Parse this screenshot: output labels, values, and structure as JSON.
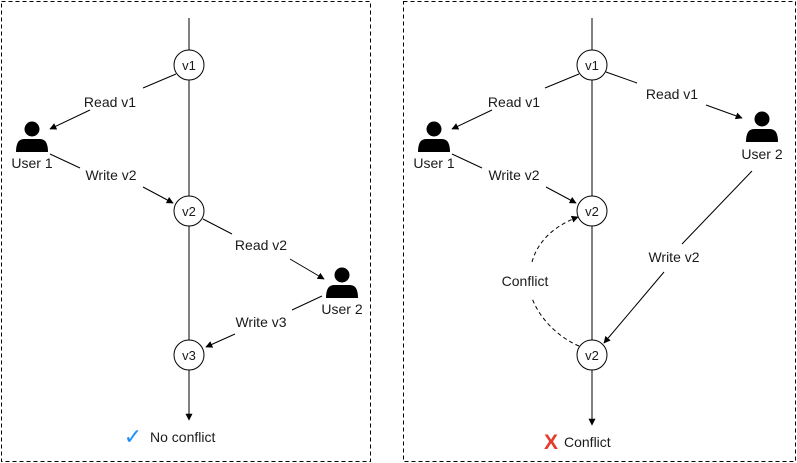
{
  "left": {
    "nodes": {
      "v1": "v1",
      "v2": "v2",
      "v3": "v3"
    },
    "users": {
      "user1": "User 1",
      "user2": "User 2"
    },
    "edges": {
      "read_v1": "Read v1",
      "write_v2": "Write v2",
      "read_v2": "Read v2",
      "write_v3": "Write v3"
    },
    "status": {
      "mark": "✓",
      "text": "No conflict",
      "color": "#1E90FF"
    }
  },
  "right": {
    "nodes": {
      "v1": "v1",
      "v2_top": "v2",
      "v2_bottom": "v2"
    },
    "users": {
      "user1": "User 1",
      "user2": "User 2"
    },
    "edges": {
      "read_v1_user1": "Read v1",
      "read_v1_user2": "Read v1",
      "write_v2_user1": "Write v2",
      "write_v2_user2": "Write v2",
      "conflict": "Conflict"
    },
    "status": {
      "mark": "X",
      "text": "Conflict",
      "color": "#E53B2C"
    }
  }
}
